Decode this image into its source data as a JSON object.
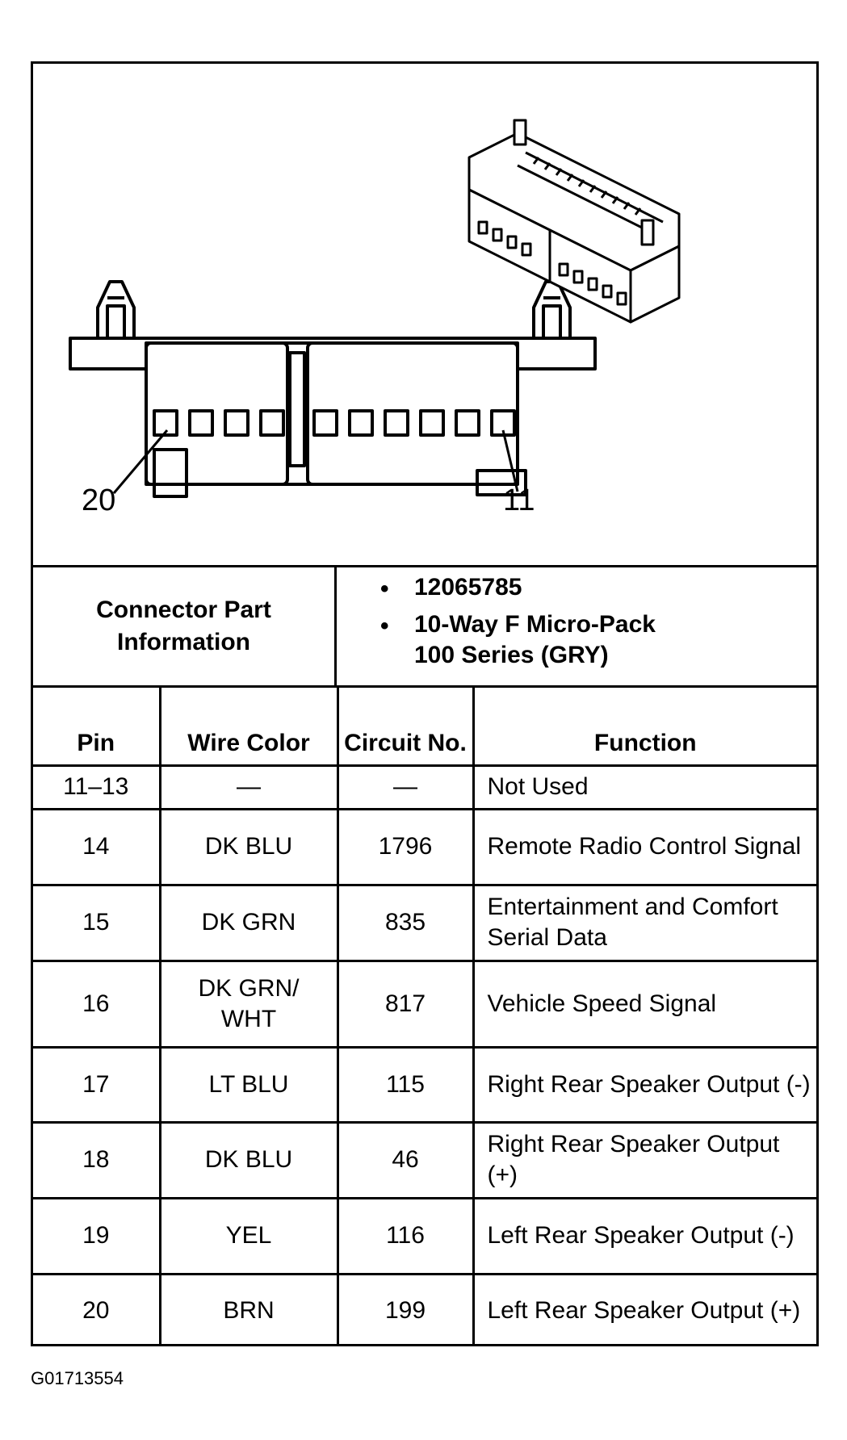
{
  "connector": {
    "pin_label_left": "20",
    "pin_label_right": "11"
  },
  "info": {
    "label": "Connector Part Information",
    "items": [
      "12065785",
      "10-Way F Micro-Pack",
      "100 Series (GRY)"
    ]
  },
  "table": {
    "headers": [
      "Pin",
      "Wire Color",
      "Circuit No.",
      "Function"
    ],
    "rows": [
      {
        "pin": "11–13",
        "wire": "—",
        "circuit": "—",
        "function": "Not Used"
      },
      {
        "pin": "14",
        "wire": "DK BLU",
        "circuit": "1796",
        "function": "Remote Radio Control Signal"
      },
      {
        "pin": "15",
        "wire": "DK GRN",
        "circuit": "835",
        "function": "Entertainment and Comfort Serial Data"
      },
      {
        "pin": "16",
        "wire": "DK GRN/ WHT",
        "circuit": "817",
        "function": "Vehicle Speed Signal"
      },
      {
        "pin": "17",
        "wire": "LT BLU",
        "circuit": "115",
        "function": "Right Rear Speaker Output (-)"
      },
      {
        "pin": "18",
        "wire": "DK BLU",
        "circuit": "46",
        "function": "Right Rear Speaker Output (+)"
      },
      {
        "pin": "19",
        "wire": "YEL",
        "circuit": "116",
        "function": "Left Rear Speaker Output (-)"
      },
      {
        "pin": "20",
        "wire": "BRN",
        "circuit": "199",
        "function": "Left Rear Speaker Output (+)"
      }
    ]
  },
  "figure_id": "G01713554"
}
